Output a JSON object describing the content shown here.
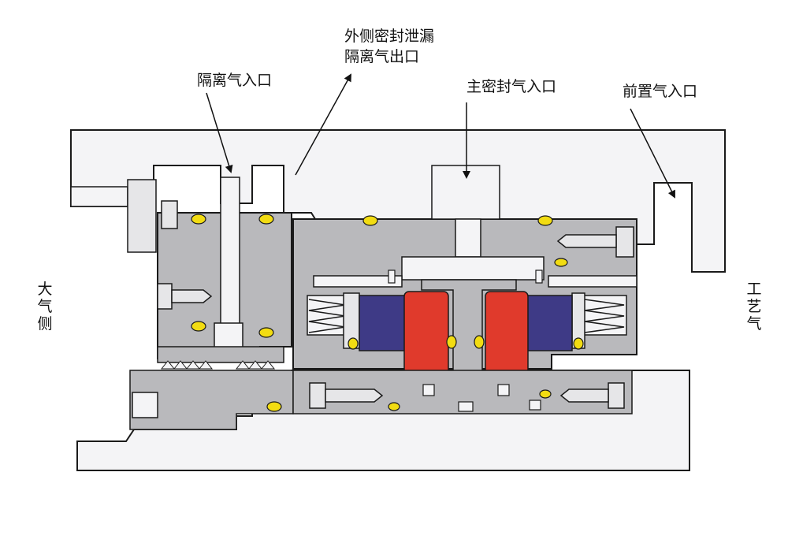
{
  "labels": {
    "barrier_gas_inlet": "隔离气入口",
    "outer_leak_outlet_line1": "外侧密封泄漏",
    "outer_leak_outlet_line2": "隔离气出口",
    "primary_seal_gas_inlet": "主密封气入口",
    "pre_gas_inlet": "前置气入口",
    "atmosphere_side": [
      "大",
      "气",
      "侧"
    ],
    "process_gas_side": [
      "工",
      "艺",
      "气"
    ]
  },
  "colors": {
    "body_gray": "#b9b9bc",
    "body_light": "#e6e6e8",
    "housing_fill": "#f4f4f6",
    "outline": "#1a1a1a",
    "rotor_red": "#e03a2c",
    "stator_blue": "#3e3a86",
    "oring_yellow": "#f2dc12",
    "arrow": "#111111"
  }
}
